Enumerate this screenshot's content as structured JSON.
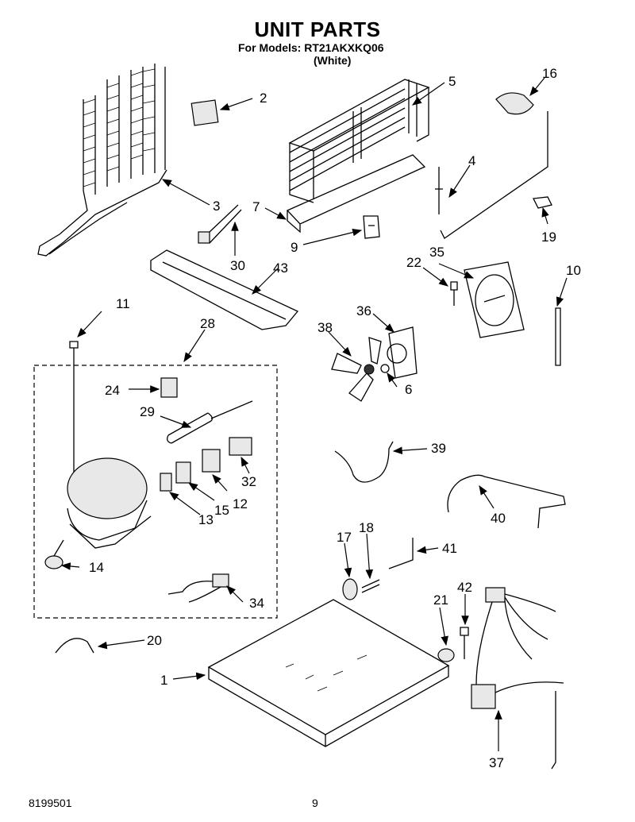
{
  "header": {
    "title": "UNIT PARTS",
    "models_line": "For Models: RT21AKXKQ06",
    "color_line": "(White)"
  },
  "footer": {
    "doc_number": "8199501",
    "page_number": "9"
  },
  "callouts": [
    "1",
    "2",
    "3",
    "4",
    "5",
    "6",
    "7",
    "9",
    "10",
    "11",
    "12",
    "13",
    "14",
    "15",
    "16",
    "17",
    "18",
    "19",
    "20",
    "21",
    "22",
    "24",
    "28",
    "29",
    "30",
    "32",
    "34",
    "35",
    "36",
    "37",
    "38",
    "39",
    "40",
    "41",
    "42",
    "43"
  ]
}
